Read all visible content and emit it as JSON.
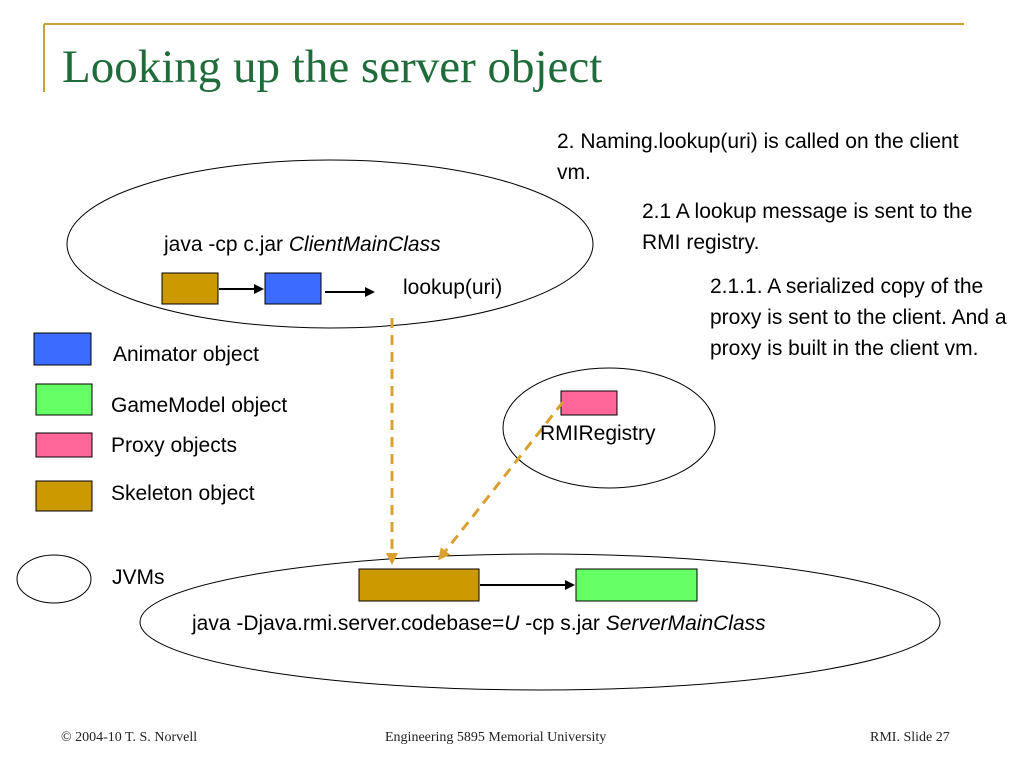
{
  "slide": {
    "title": "Looking up the server object",
    "step_2": "2. Naming.lookup(uri) is called on the client vm.",
    "step_2_1": "2.1 A lookup message is sent to the RMI registry.",
    "step_2_1_1": "2.1.1. A serialized copy of the proxy is sent to the client. And a proxy is built in the client vm."
  },
  "client_vm": {
    "command_prefix": "java -cp c.jar ",
    "command_class": "ClientMainClass",
    "call_label": "lookup(uri)"
  },
  "registry_vm": {
    "label": "RMIRegistry"
  },
  "server_vm": {
    "command_prefix": "java -Djava.rmi.server.codebase=",
    "command_codebase": "U",
    "command_middle": " -cp s.jar ",
    "command_class": "ServerMainClass"
  },
  "legend": {
    "animator": "Animator object",
    "gamemodel": "GameModel object",
    "proxy": "Proxy objects",
    "skeleton": "Skeleton object",
    "jvms": "JVMs"
  },
  "colors": {
    "title": "#1f6b3a",
    "accent_rule": "#c9a13a",
    "animator": "#3b6cff",
    "gamemodel": "#66ff66",
    "proxy": "#ff6699",
    "skeleton": "#cc9900",
    "dashed_arrow": "#d9a030"
  },
  "footer": {
    "left": "© 2004-10 T. S. Norvell",
    "center": "Engineering 5895 Memorial University",
    "right": "RMI. Slide 27"
  }
}
